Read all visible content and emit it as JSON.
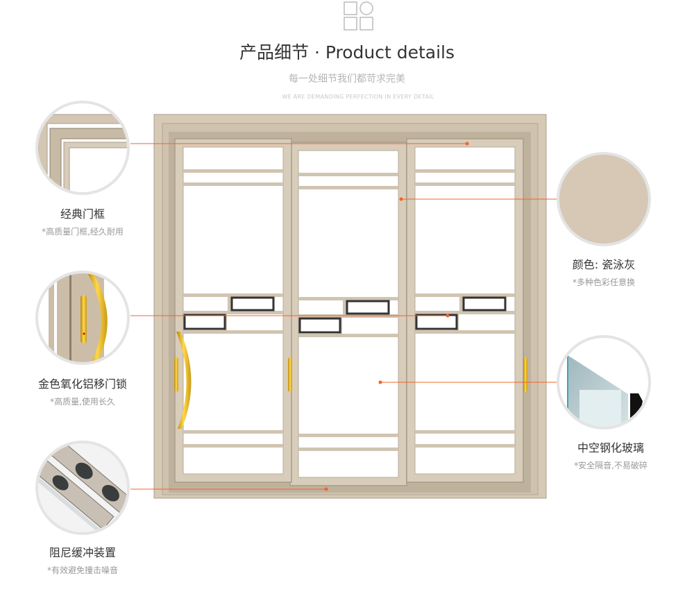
{
  "header": {
    "title": "产品细节 · Product details",
    "subtitle": "每一处细节我们都苛求完美",
    "subtitle_en": "WE ARE DEMANDING PERFECTION IN EVERY DETAIL",
    "icon": "grid-shapes-icon"
  },
  "colors": {
    "frame": "#d6cab7",
    "frame_dark": "#a79a86",
    "leader": "#f0642a",
    "circle_border": "#e4e4e4",
    "swatch": "#d6c8b5",
    "gold": "#e0b22a"
  },
  "features": [
    {
      "title": "经典门框",
      "note": "*高质量门框,经久耐用",
      "icon": "door-frame-corner-image"
    },
    {
      "title": "金色氧化铝移门锁",
      "note": "*高质量,使用长久",
      "icon": "gold-lock-image"
    },
    {
      "title": "阻尼缓冲装置",
      "note": "*有效避免撞击噪音",
      "icon": "damper-roller-image"
    },
    {
      "title": "颜色: 瓷泳灰",
      "note": "*多种色彩任意换",
      "icon": "color-swatch"
    },
    {
      "title": "中空钢化玻璃",
      "note": "*安全隔音,不易破碎",
      "icon": "tempered-glass-image"
    }
  ]
}
